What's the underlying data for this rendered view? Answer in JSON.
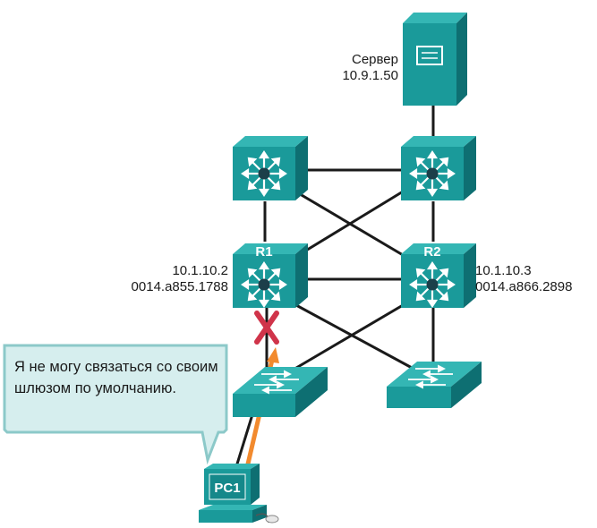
{
  "server": {
    "name": "Сервер",
    "ip": "10.9.1.50"
  },
  "r1": {
    "label": "R1",
    "ip": "10.1.10.2",
    "mac": "0014.a855.1788"
  },
  "r2": {
    "label": "R2",
    "ip": "10.1.10.3",
    "mac": "0014.a866.2898"
  },
  "pc": {
    "label": "PC1"
  },
  "bubble": {
    "text": "Я не могу связаться со своим шлюзом по умолчанию."
  },
  "colors": {
    "device": "#1a9a9a",
    "device_dark": "#0e6f72",
    "device_top": "#34b6b4",
    "link": "#1a1a1a",
    "failure": "#d0344a",
    "traffic": "#f28a2e",
    "bubble_fill": "#d6eeee",
    "bubble_border": "#8cc9c9"
  }
}
